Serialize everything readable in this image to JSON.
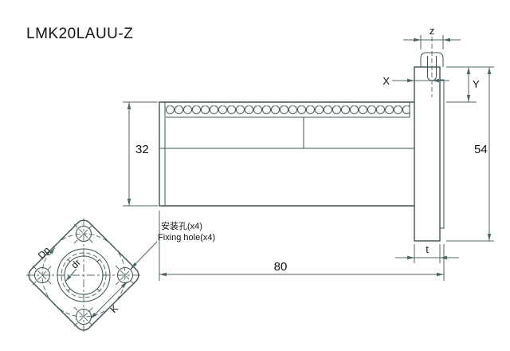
{
  "title": "LMK20LAUU-Z",
  "colors": {
    "line": "#3b5252",
    "dim": "#4c6565",
    "text": "#121212",
    "bg": "#ffffff"
  },
  "side_view": {
    "dim_labels": {
      "body_od": "32",
      "flange_height": "54",
      "length": "80",
      "flange_thickness": "t",
      "nipple_boss_width": "z",
      "nipple_offset_x": "X",
      "nipple_offset_y": "Y"
    }
  },
  "front_view": {
    "labels": {
      "bolt_circle": "Dp",
      "bore": "dr",
      "flange_width": "K"
    },
    "fixing_hole_note_cn": "安装孔(x4)",
    "fixing_hole_note_en": "Fixing hole(x4)"
  }
}
